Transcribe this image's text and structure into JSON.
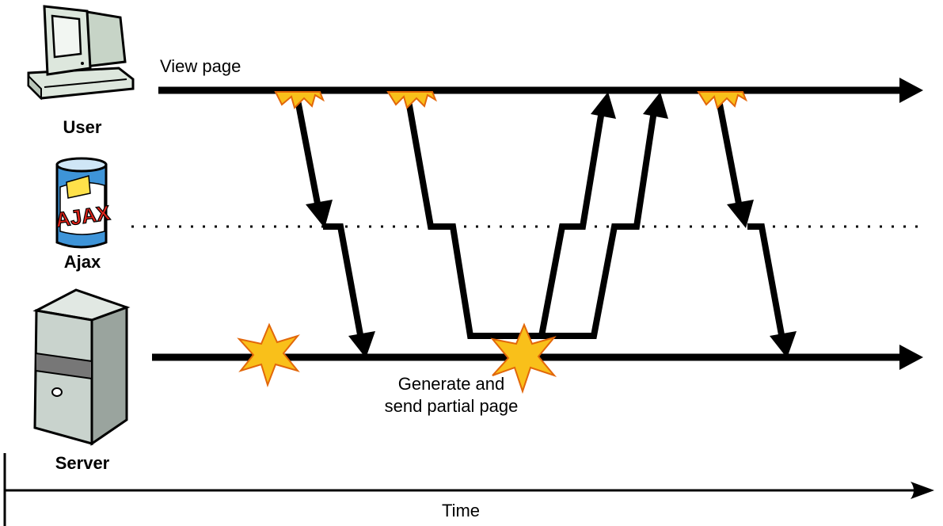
{
  "actors": {
    "user": {
      "label": "User",
      "icon": "desktop-computer-icon"
    },
    "ajax": {
      "label": "Ajax",
      "icon": "ajax-cleanser-can-icon",
      "can_text": "AJAX"
    },
    "server": {
      "label": "Server",
      "icon": "server-tower-icon"
    }
  },
  "labels": {
    "view_page": "View page",
    "generate_line1": "Generate and",
    "generate_line2": "send partial page",
    "time": "Time"
  },
  "colors": {
    "line": "#000000",
    "star_fill": "#f9c01a",
    "star_stroke": "#e2670a",
    "can_blue": "#3e94d8",
    "can_yellow": "#ffe14a",
    "can_red": "#e2231a",
    "computer_body": "#dde7dd",
    "server_body": "#c9d3cd",
    "server_band": "#777777"
  }
}
